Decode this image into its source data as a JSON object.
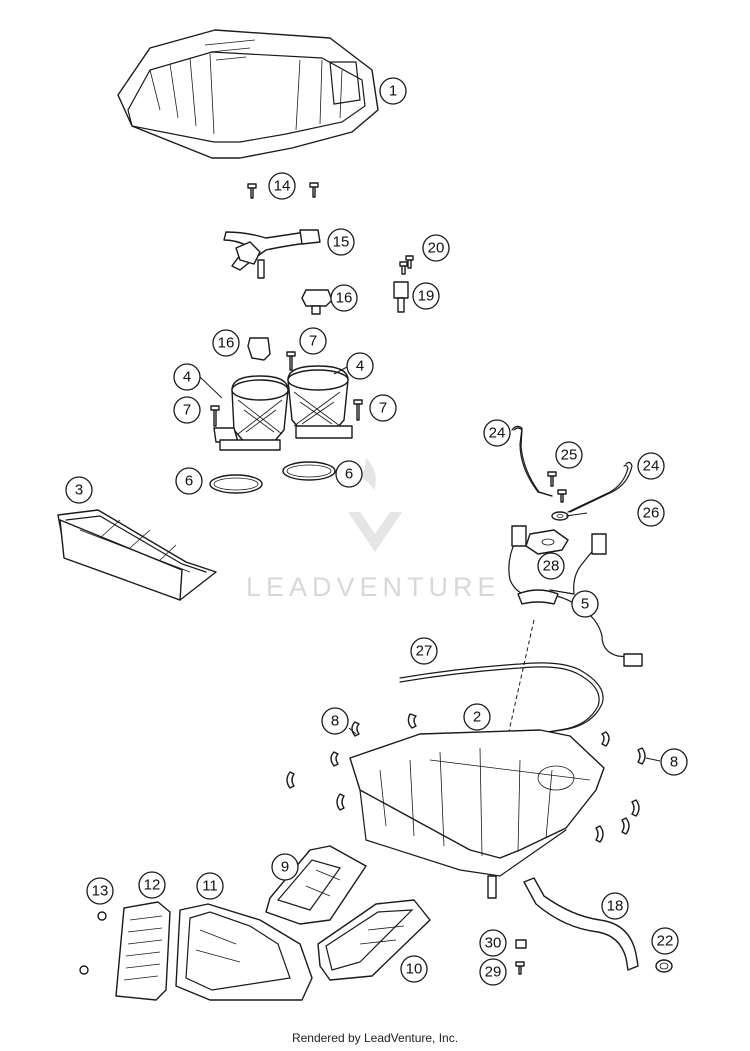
{
  "watermark": {
    "text": "LEADVENTURE"
  },
  "footer": {
    "text": "Rendered by LeadVenture, Inc."
  },
  "callouts": [
    {
      "id": "c1",
      "label": "1"
    },
    {
      "id": "c14",
      "label": "14"
    },
    {
      "id": "c15",
      "label": "15"
    },
    {
      "id": "c20",
      "label": "20"
    },
    {
      "id": "c16a",
      "label": "16"
    },
    {
      "id": "c19",
      "label": "19"
    },
    {
      "id": "c16b",
      "label": "16"
    },
    {
      "id": "c7a",
      "label": "7"
    },
    {
      "id": "c4a",
      "label": "4"
    },
    {
      "id": "c4b",
      "label": "4"
    },
    {
      "id": "c7b",
      "label": "7"
    },
    {
      "id": "c7c",
      "label": "7"
    },
    {
      "id": "c6a",
      "label": "6"
    },
    {
      "id": "c6b",
      "label": "6"
    },
    {
      "id": "c24a",
      "label": "24"
    },
    {
      "id": "c25",
      "label": "25"
    },
    {
      "id": "c24b",
      "label": "24"
    },
    {
      "id": "c3",
      "label": "3"
    },
    {
      "id": "c26",
      "label": "26"
    },
    {
      "id": "c28",
      "label": "28"
    },
    {
      "id": "c5",
      "label": "5"
    },
    {
      "id": "c27",
      "label": "27"
    },
    {
      "id": "c8a",
      "label": "8"
    },
    {
      "id": "c2",
      "label": "2"
    },
    {
      "id": "c8b",
      "label": "8"
    },
    {
      "id": "c9",
      "label": "9"
    },
    {
      "id": "c13",
      "label": "13"
    },
    {
      "id": "c12",
      "label": "12"
    },
    {
      "id": "c11",
      "label": "11"
    },
    {
      "id": "c18",
      "label": "18"
    },
    {
      "id": "c30",
      "label": "30"
    },
    {
      "id": "c22",
      "label": "22"
    },
    {
      "id": "c10",
      "label": "10"
    },
    {
      "id": "c29",
      "label": "29"
    }
  ]
}
